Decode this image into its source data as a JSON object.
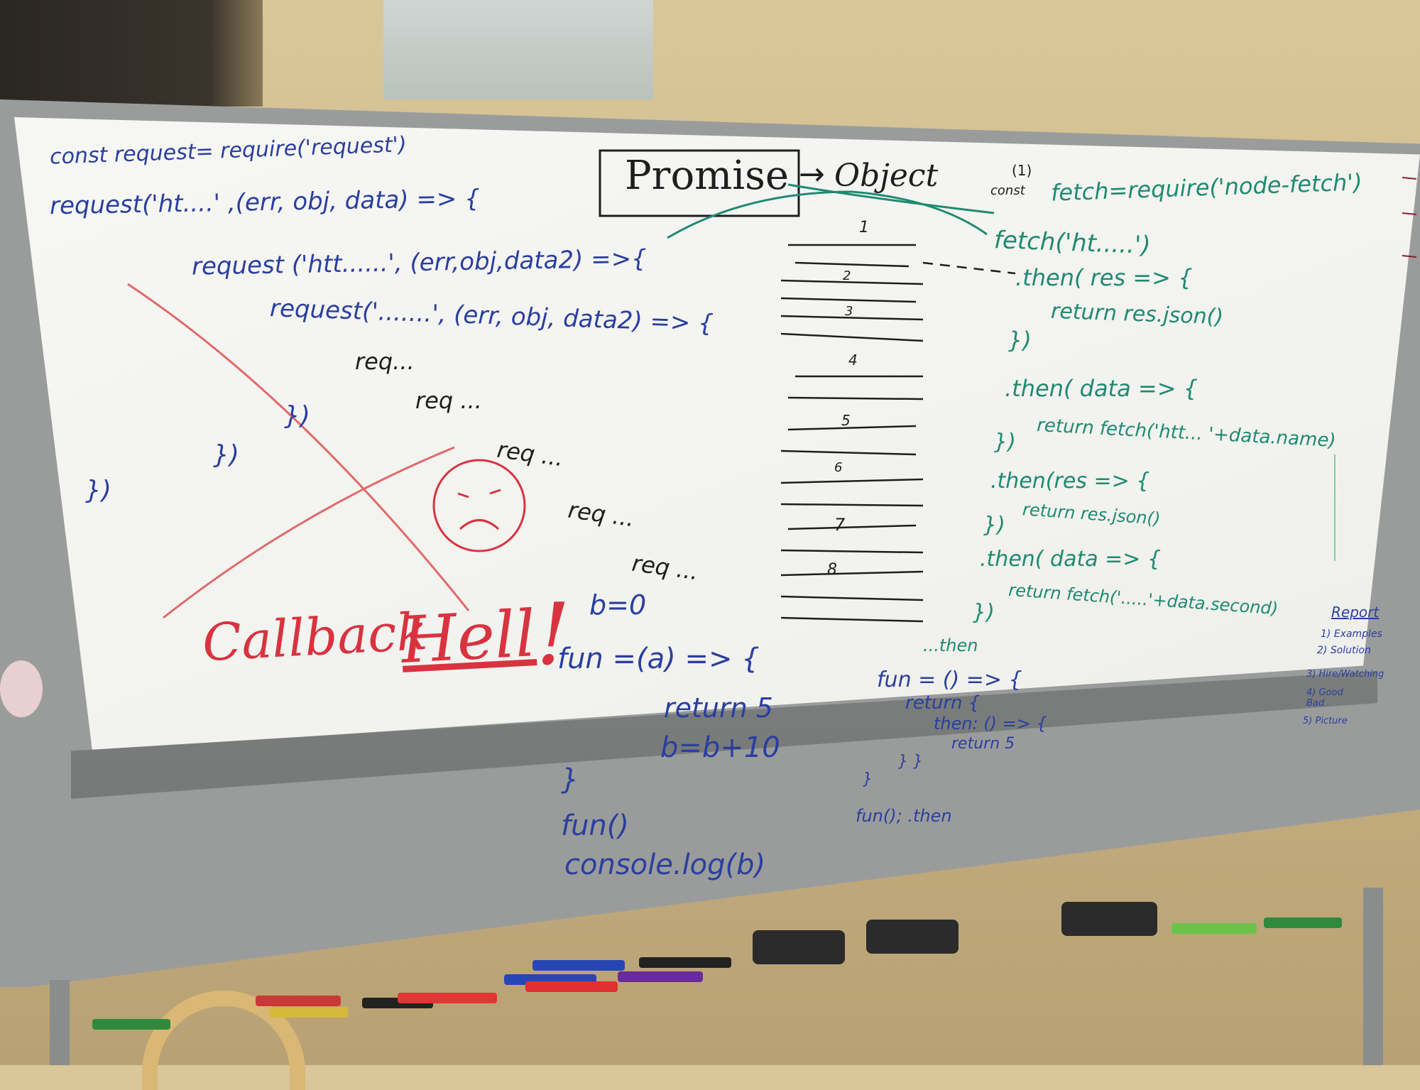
{
  "left_code": {
    "line1": "const request= require('request')",
    "line2": "request('ht....' ,(err, obj, data) => {",
    "line3": "request ('htt......', (err,obj,data2) =>{",
    "line4": "request('.......', (err, obj, data2) => {",
    "req1": "req...",
    "req2": "req ...",
    "req3": "req ...",
    "req4": "req ...",
    "req5": "req ...",
    "close1": "})",
    "close2": "})",
    "close3": "})"
  },
  "callback_hell": {
    "text_callback": "Callback",
    "text_hell": "Hell",
    "text_bang": "!"
  },
  "middle_code": {
    "line1": "b=0",
    "line2": "fun =(a) => {",
    "line3": "return 5",
    "line4": "b=b+10",
    "line5": "}",
    "line6": "fun()",
    "line7": "console.log(b)"
  },
  "promise_box": {
    "promise": "Promise",
    "arrow": "→",
    "object": "Object"
  },
  "timeline_numbers": [
    "1",
    "2",
    "3",
    "4",
    "5",
    "6",
    "7",
    "8"
  ],
  "right_code": {
    "marker": "(1)",
    "const_label": "const",
    "line1": "fetch=require('node-fetch')",
    "line2": "fetch('ht.....')",
    "line3": ".then( res => {",
    "line4": "return res.json()",
    "line5": "})",
    "line6": ".then( data => {",
    "line7": "return fetch('htt... '+data.name)",
    "line8": "})",
    "line9": ".then(res => {",
    "line10": "return res.json()",
    "line11": "})",
    "line12": ".then( data => {",
    "line13": "return fetch('.....'+data.second)",
    "line14": "})",
    "line15": "...then"
  },
  "bottom_right_code": {
    "line1": "fun = () => {",
    "line2": "return {",
    "line3": "then: () => {",
    "line4": "return 5",
    "line5": "} }",
    "line6": "}",
    "line7": "fun(); .then"
  },
  "side_notes": {
    "report_title": "Report",
    "items": [
      "1) Examples",
      "2) Solution",
      "3) Hire/Watching",
      "4) Good Bad",
      "5) Picture"
    ]
  },
  "colors": {
    "blue_ink": "#2a3f9e",
    "teal_ink": "#1f8a72",
    "red_ink": "#d8333f",
    "black_ink": "#1e1e1e"
  }
}
